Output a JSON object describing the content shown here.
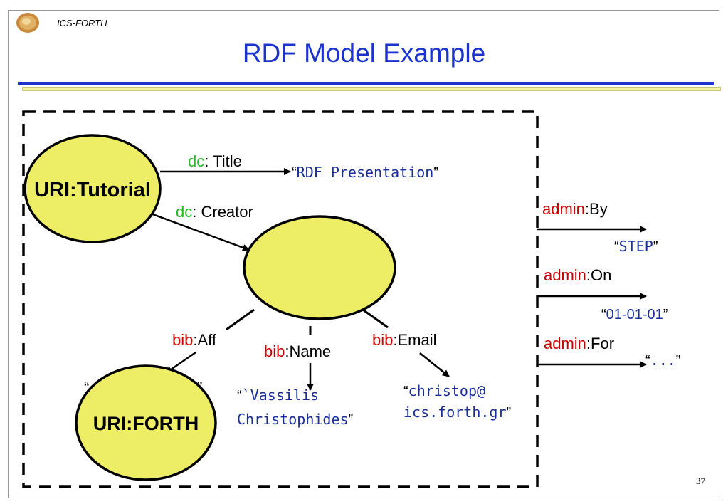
{
  "header": {
    "org": "ICS-FORTH",
    "title": "RDF Model Example",
    "logo_icon": "sun-disc-logo-icon"
  },
  "nodes": {
    "tutorial": "URI:Tutorial",
    "forth": "URI:FORTH"
  },
  "edges": {
    "title": {
      "prefix": "dc",
      "name": ": Title"
    },
    "creator": {
      "prefix": "dc",
      "name": ": Creator"
    },
    "aff": {
      "prefix": "bib",
      "name": ":Aff"
    },
    "name": {
      "prefix": "bib",
      "name": ":Name"
    },
    "email": {
      "prefix": "bib",
      "name": ":Email"
    },
    "by": {
      "prefix": "admin",
      "name": ":By"
    },
    "on": {
      "prefix": "admin",
      "name": ":On"
    },
    "for": {
      "prefix": "admin",
      "name": ":For"
    }
  },
  "literals": {
    "title": "RDF Presentation",
    "name_line1": "`Vassilis",
    "name_line2": "Christophides",
    "email_line1": "christop@",
    "email_line2": "ics.forth.gr",
    "by": "STEP",
    "on": "01-01-01",
    "for": "...",
    "open_quote": "“",
    "close_quote": "”"
  },
  "footer": {
    "page_number": "37"
  },
  "colors": {
    "title_blue": "#1a33cc",
    "literal_blue": "#1a2f99",
    "dc_green": "#22bb22",
    "prefix_red": "#cc0000",
    "node_fill": "#eeee66"
  }
}
